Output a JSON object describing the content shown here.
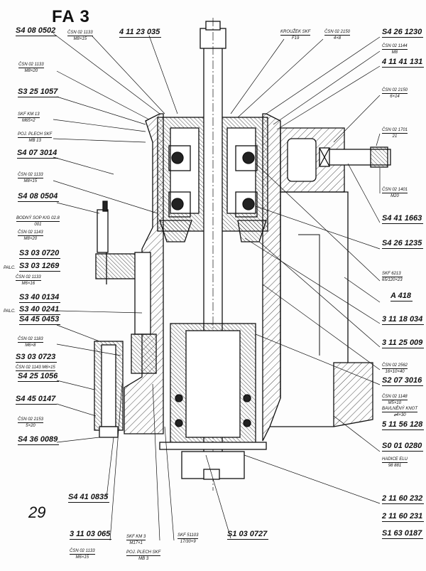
{
  "title": "FA 3",
  "page_number": "29",
  "labels": [
    {
      "main": "S4 08 0502"
    },
    {
      "sub": "ČSN 02 1133",
      "sub2": "M8×15"
    },
    {
      "main": "4 11 23 035"
    },
    {
      "sub": "ČSN 02 1133",
      "sub2": "M8×20"
    },
    {
      "main": "S3 25 1057"
    },
    {
      "sub": "SKF KM 13",
      "sub2": "M65×2"
    },
    {
      "sub": "POJ. PLECH SKF",
      "sub2": "MB 13"
    },
    {
      "main": "S4 07 3014"
    },
    {
      "sub": "ČSN 02 1133",
      "sub2": "M8×15"
    },
    {
      "main": "S4 08 0504"
    },
    {
      "sub": "BODNÝ SOP K/G 02.8",
      "sub2": "001"
    },
    {
      "sub": "ČSN 02 1143",
      "sub2": "M8×20"
    },
    {
      "main": "S3 03 0720"
    },
    {
      "main": "S3 03 1269",
      "prefix": "PALC."
    },
    {
      "sub": "ČSN 02 1133",
      "sub2": "M6×16"
    },
    {
      "main": "S3 40 0134"
    },
    {
      "main": "S3 40 0241",
      "prefix": "PALC."
    },
    {
      "main": "S4 45 0453"
    },
    {
      "sub": "ČSN 02 1183",
      "sub2": "M6×8"
    },
    {
      "main": "S3 03 0723"
    },
    {
      "sub": "ČSN 02 1143  M6×15"
    },
    {
      "main": "S4 25 1056"
    },
    {
      "main": "S4 45 0147"
    },
    {
      "sub": "ČSN 02 2153",
      "sub2": "5×20"
    },
    {
      "main": "S4 36 0089"
    },
    {
      "main": "S4 41 0835"
    },
    {
      "main": "3 11 03 065"
    },
    {
      "sub": "ČSN 02 1133",
      "sub2": "M6×15"
    },
    {
      "sub": "SKF KM 3",
      "sub2": "M17×1"
    },
    {
      "sub": "POJ. PLECH SKF",
      "sub2": "MB 3"
    },
    {
      "sub": "SKF 51103",
      "sub2": "17/30×9"
    },
    {
      "main": "S1 03 0727"
    },
    {
      "sub": "KROUŽEK SKF",
      "sub2": "F19"
    },
    {
      "sub": "ČSN 02 2150",
      "sub2": "4×8"
    },
    {
      "main": "S4 26 1230"
    },
    {
      "sub": "ČSN 02 1144",
      "sub2": "M8"
    },
    {
      "main": "4 11 41 131"
    },
    {
      "sub": "ČSN 02 2150",
      "sub2": "6×14"
    },
    {
      "sub": "ČSN 02 1701",
      "sub2": "21"
    },
    {
      "sub": "ČSN 02 1401",
      "sub2": "M20"
    },
    {
      "main": "S4 41 1663"
    },
    {
      "main": "S4 26 1235"
    },
    {
      "sub": "SKF 6213",
      "sub2": "65/120×23"
    },
    {
      "main": "A 418"
    },
    {
      "main": "3 11 18 034"
    },
    {
      "main": "3 11 25 009"
    },
    {
      "sub": "ČSN 02 2562",
      "sub2": "16×10×40"
    },
    {
      "main": "S2 07 3016"
    },
    {
      "sub": "ČSN 02 1148",
      "sub2": "M5×10"
    },
    {
      "sub": "BAVLNĚNÝ KNOT",
      "sub2": "⌀4×30"
    },
    {
      "main": "5 11 56 128"
    },
    {
      "main": "S0 01 0280"
    },
    {
      "sub": "HADICE ELU",
      "sub2": "98 881"
    },
    {
      "main": "2 11 60 232"
    },
    {
      "main": "2 11 60 231"
    },
    {
      "main": "S1 63 0187"
    }
  ]
}
